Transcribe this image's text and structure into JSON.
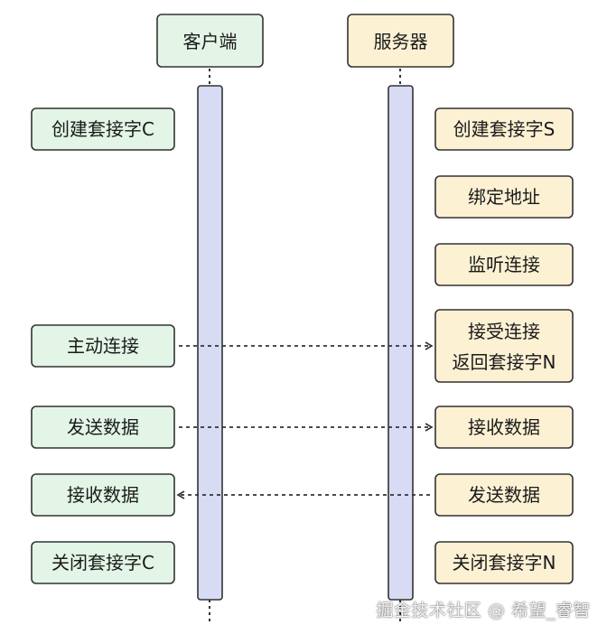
{
  "colors": {
    "client_fill": "#e2f5e6",
    "server_fill": "#fdf1d4",
    "lifeline_fill": "#d7dcf4",
    "stroke": "#333333"
  },
  "participants": {
    "client": "客户端",
    "server": "服务器"
  },
  "client_steps": {
    "create_socket": "创建套接字C",
    "connect": "主动连接",
    "send": "发送数据",
    "receive": "接收数据",
    "close": "关闭套接字C"
  },
  "server_steps": {
    "create_socket": "创建套接字S",
    "bind": "绑定地址",
    "listen": "监听连接",
    "accept_line1": "接受连接",
    "accept_line2": "返回套接字N",
    "receive": "接收数据",
    "send": "发送数据",
    "close": "关闭套接字N"
  },
  "watermark": "掘金技术社区 @ 希望_睿智"
}
